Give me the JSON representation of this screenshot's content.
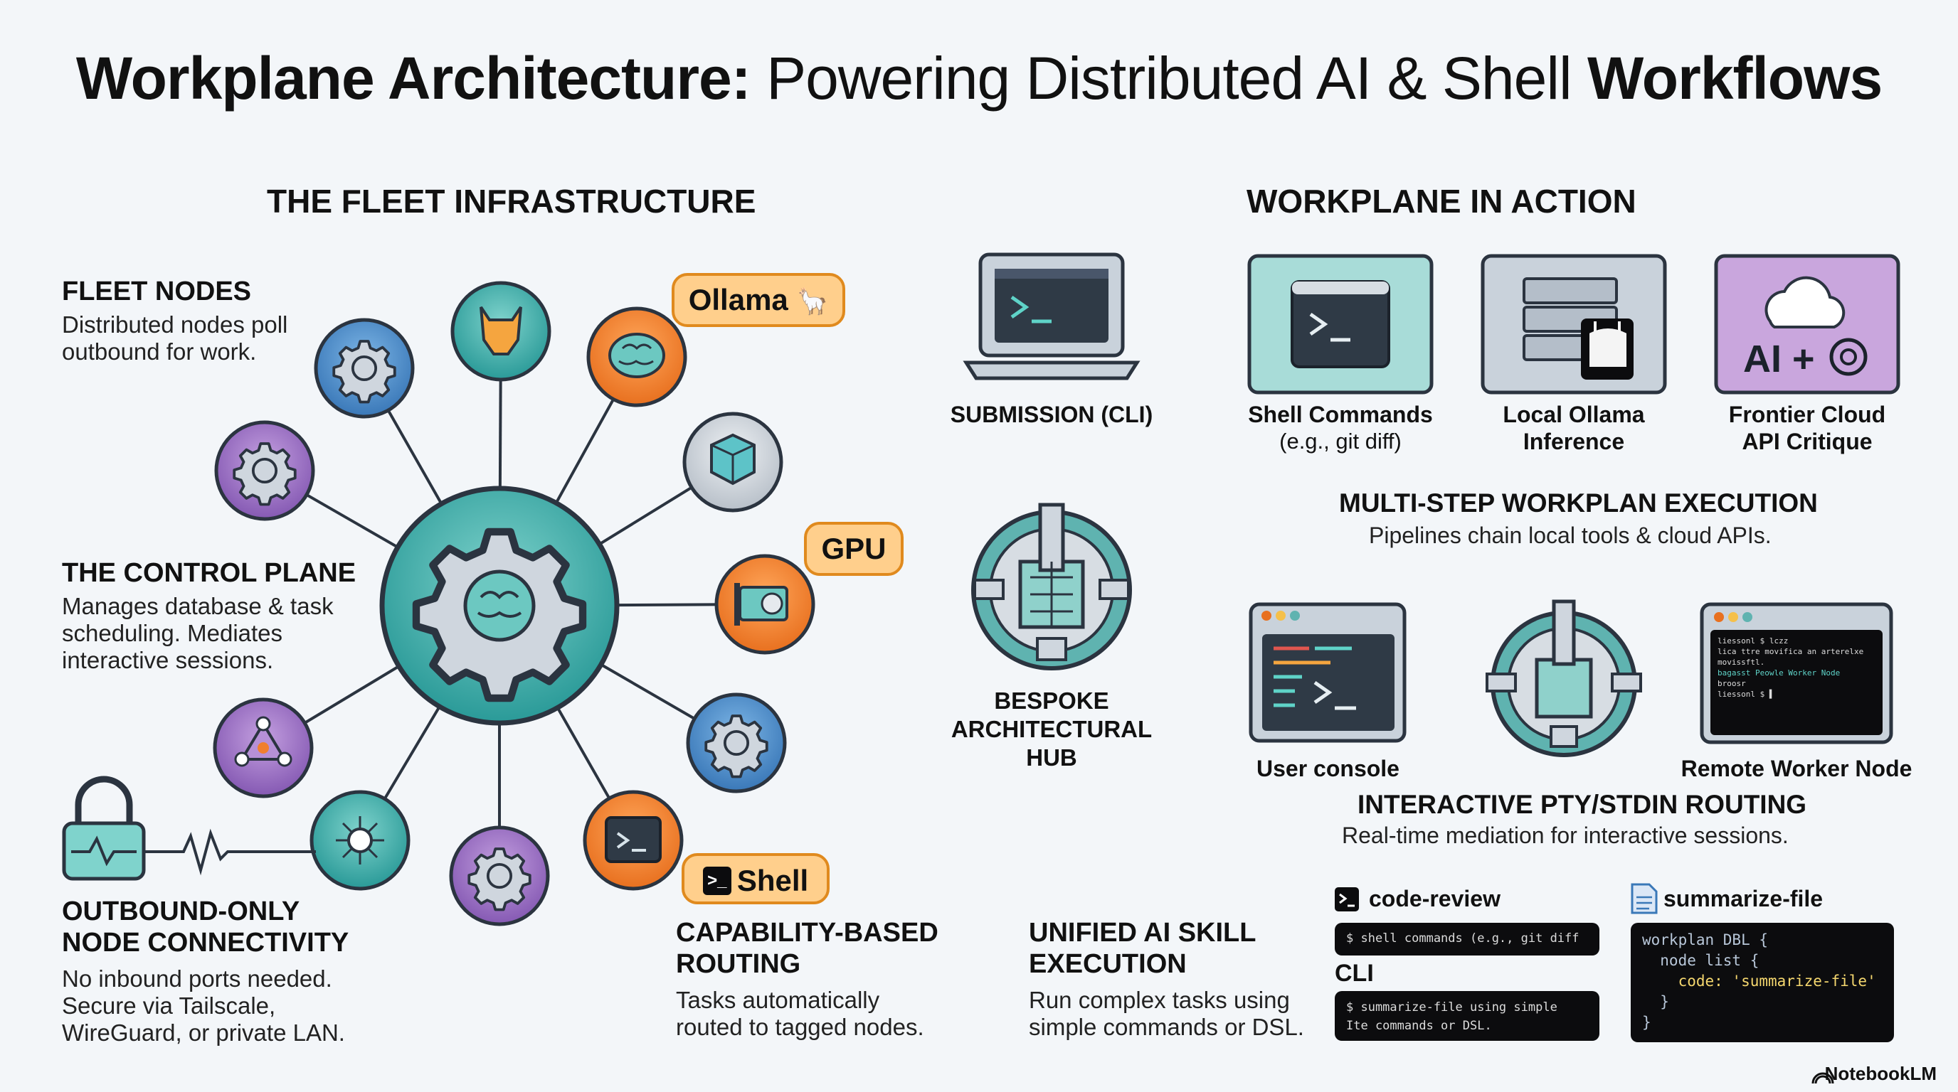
{
  "title": {
    "bold1": "Workplane Architecture:",
    "regular": "Powering Distributed AI & Shell",
    "bold2": "Workflows"
  },
  "fleet": {
    "heading": "THE FLEET INFRASTRUCTURE",
    "nodes_title": "FLEET NODES",
    "nodes_text": "Distributed nodes poll\noutbound for work.",
    "control_title": "THE CONTROL PLANE",
    "control_text": "Manages database & task\nscheduling. Mediates\ninteractive sessions.",
    "outbound_title": "OUTBOUND-ONLY\nNODE CONNECTIVITY",
    "outbound_text": "No inbound ports needed.\nSecure via Tailscale,\nWireGuard, or private LAN.",
    "routing_title": "CAPABILITY-BASED\nROUTING",
    "routing_text": "Tasks automatically\nrouted to tagged nodes.",
    "badge_ollama": "Ollama",
    "badge_gpu": "GPU",
    "badge_shell": "Shell"
  },
  "middle": {
    "submission": "SUBMISSION (CLI)",
    "hub": "BESPOKE\nARCHITECTURAL\nHUB",
    "unified_title": "UNIFIED AI SKILL\nEXECUTION",
    "unified_text": "Run complex tasks using\nsimple commands or DSL."
  },
  "action": {
    "heading": "WORKPLANE IN ACTION",
    "cards": [
      {
        "label": "Shell Commands",
        "sub": "(e.g., git diff)"
      },
      {
        "label": "Local Ollama\nInference",
        "sub": ""
      },
      {
        "label": "Frontier Cloud\nAPI Critique",
        "sub": ""
      }
    ],
    "cloud_logo": "AI +",
    "multistep_title": "MULTI-STEP WORKPLAN EXECUTION",
    "multistep_text": "Pipelines chain local tools & cloud APIs.",
    "console_label": "User console",
    "worker_label": "Remote Worker Node",
    "worker_terminal": [
      "liessonl $ lczz",
      "lica ttre movifica an arterelxe",
      "movissftl.",
      "bagasst Peowle Worker Node",
      "broosr",
      "liessonl $ ▌"
    ],
    "pty_title": "INTERACTIVE PTY/STDIN ROUTING",
    "pty_text": "Real-time mediation for interactive sessions.",
    "code_review_label": "code-review",
    "code_review_cmd": "$ shell commands (e.g., git diff",
    "cli_label": "CLI",
    "cli_cmd": "$ summarize-file using simple\nIte commands or DSL.",
    "summarize_label": "summarize-file",
    "dsl_lines": [
      "workplan DBL {",
      "  node list {",
      "    code: 'summarize-file'",
      "  }",
      "}"
    ]
  },
  "footer": {
    "brand": "NotebookLM"
  },
  "colors": {
    "teal": "#3fb0ad",
    "orange": "#f07f2e",
    "purple": "#9d72c4",
    "blue": "#4f8cc9",
    "badge": "#ffcf8c",
    "card_teal": "#a8dcd8",
    "card_purple": "#c9a6dd"
  }
}
